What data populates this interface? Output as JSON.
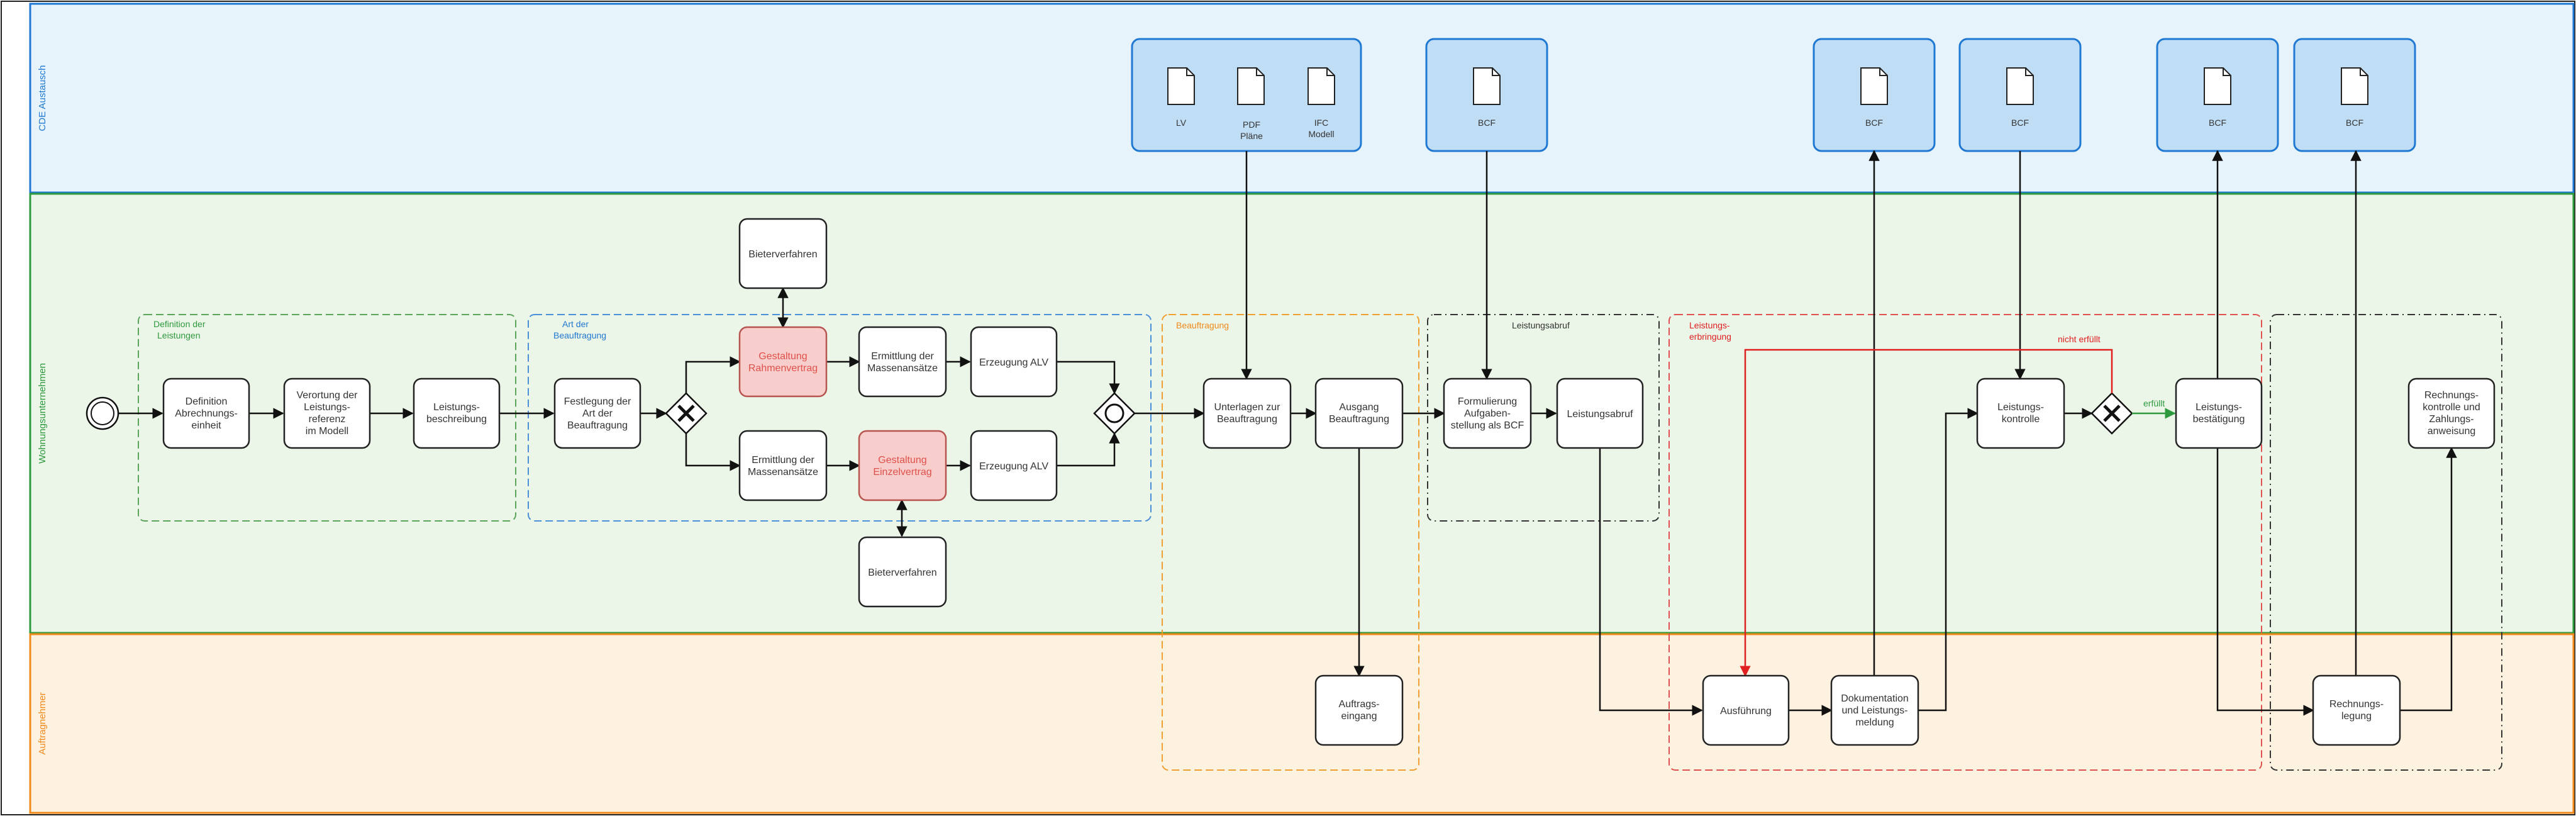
{
  "lanes": [
    {
      "key": "cde",
      "label": "CDE Austausch",
      "color": "#1f78d1",
      "fill": "#e6f3fb"
    },
    {
      "key": "wu",
      "label": "Wohnungsunternehmen",
      "color": "#2e9a3e",
      "fill": "#ebf5e8"
    },
    {
      "key": "an",
      "label": "Auftragnehmer",
      "color": "#ef8a1a",
      "fill": "#fdf1e0"
    }
  ],
  "groups": {
    "definition": "Definition der Leistungen",
    "art": "Art der Beauftragung",
    "beauftragung": "Beauftragung",
    "abruf": "Leistungsabruf",
    "erbringung": "Leistungs-erbringung"
  },
  "tasks": {
    "definition": "Definition Abrechnungs-einheit",
    "verortung": "Verortung der Leistungs-referenz im Modell",
    "beschreibung": "Leistungs-beschreibung",
    "festlegung": "Festlegung der Art der Beauftragung",
    "bieter1": "Bieterverfahren",
    "rahmen": "Gestaltung Rahmenvertrag",
    "massen1": "Ermittlung der Massenansätze",
    "alv1": "Erzeugung ALV",
    "massen2": "Ermittlung der Massenansätze",
    "einzel": "Gestaltung Einzelvertrag",
    "alv2": "Erzeugung ALV",
    "bieter2": "Bieterverfahren",
    "unterlagen": "Unterlagen zur Beauftragung",
    "ausgang": "Ausgang Beauftragung",
    "formulierung": "Formulierung Aufgaben-stellung als BCF",
    "abruf": "Leistungsabruf",
    "kontrolle": "Leistungs-kontrolle",
    "bestaetigung": "Leistungs-bestätigung",
    "rechnungskontrolle": "Rechnungs-kontrolle und Zahlungs-anweisung",
    "auftragseingang": "Auftrags-eingang",
    "ausfuehrung": "Ausführung",
    "dokumentation": "Dokumentation und Leistungs-meldung",
    "rechnungslegung": "Rechnungs-legung"
  },
  "cde_boxes": {
    "b1_lv": "LV",
    "b1_pdf": "PDF Pläne",
    "b1_ifc": "IFC Modell",
    "b2": "BCF",
    "b3": "BCF",
    "b4": "BCF",
    "b5": "BCF",
    "b6": "BCF"
  },
  "edge_labels": {
    "nicht_erfuellt": "nicht erfüllt",
    "erfuellt": "erfüllt"
  },
  "colors": {
    "task_stroke": "#222222",
    "highlight_fill": "#f8cecc",
    "highlight_stroke": "#b85450",
    "highlight_text": "#e0504a",
    "cde_box_fill": "#c0ddf6",
    "cde_box_stroke": "#1f78d1",
    "red_flow": "#e02020",
    "green_flow": "#2e9a3e"
  }
}
